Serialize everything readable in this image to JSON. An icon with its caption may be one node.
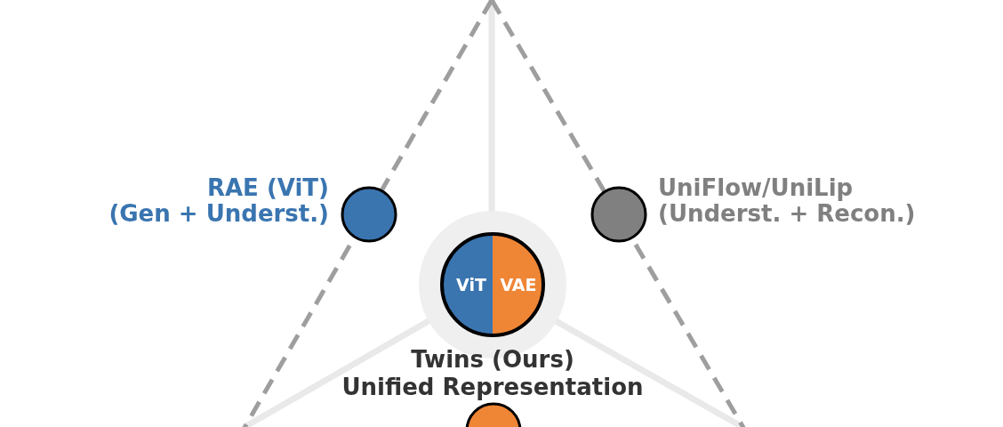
{
  "diagram": {
    "nodes": [
      {
        "text": [
          "RAE (ViT)",
          "(Gen + Underst.)"
        ]
      },
      {
        "text": [
          "UniFlow/UniLip",
          "(Underst. + Recon.)"
        ]
      },
      {
        "text": [
          "ViT",
          "VAE",
          "Twins (Ours)",
          "Unified Representation"
        ]
      },
      {
        "text": [],
        "shape": "circle"
      }
    ]
  }
}
